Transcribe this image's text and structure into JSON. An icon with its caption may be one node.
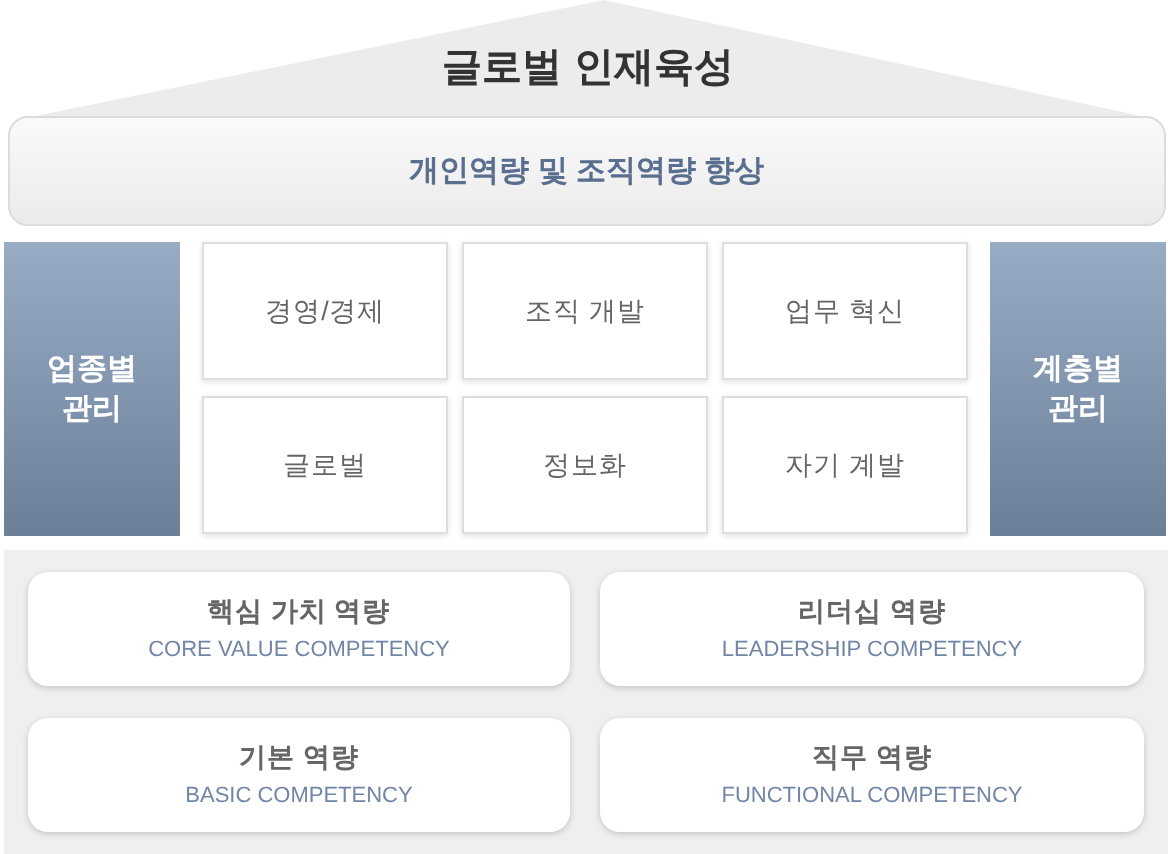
{
  "diagram": {
    "nodes": [
      {
        "text": [
          "글로벌 인재육성"
        ]
      },
      {
        "text": [
          "개인역량 및 조직역량 향상"
        ]
      },
      {
        "text": [
          "업종별 관리"
        ]
      },
      {
        "text": [
          "경영/경제"
        ]
      },
      {
        "text": [
          "조직 개발"
        ]
      },
      {
        "text": [
          "업무 혁신"
        ]
      },
      {
        "text": [
          "글로벌"
        ]
      },
      {
        "text": [
          "정보화"
        ]
      },
      {
        "text": [
          "자기 계발"
        ]
      },
      {
        "text": [
          "계층별 관리"
        ]
      },
      {
        "text": [],
        "shape": "box"
      },
      {
        "text": [
          "핵심 가치 역량",
          "CORE VALUE COMPETENCY"
        ],
        "in": 10
      },
      {
        "text": [
          "리더십 역량",
          "LEADERSHIP COMPETENCY"
        ],
        "in": 10
      },
      {
        "text": [
          "기본 역량",
          "BASIC COMPETENCY"
        ],
        "in": 10
      },
      {
        "text": [
          "직무 역량",
          "FUNCTIONAL COMPETENCY"
        ],
        "in": 10
      }
    ]
  }
}
